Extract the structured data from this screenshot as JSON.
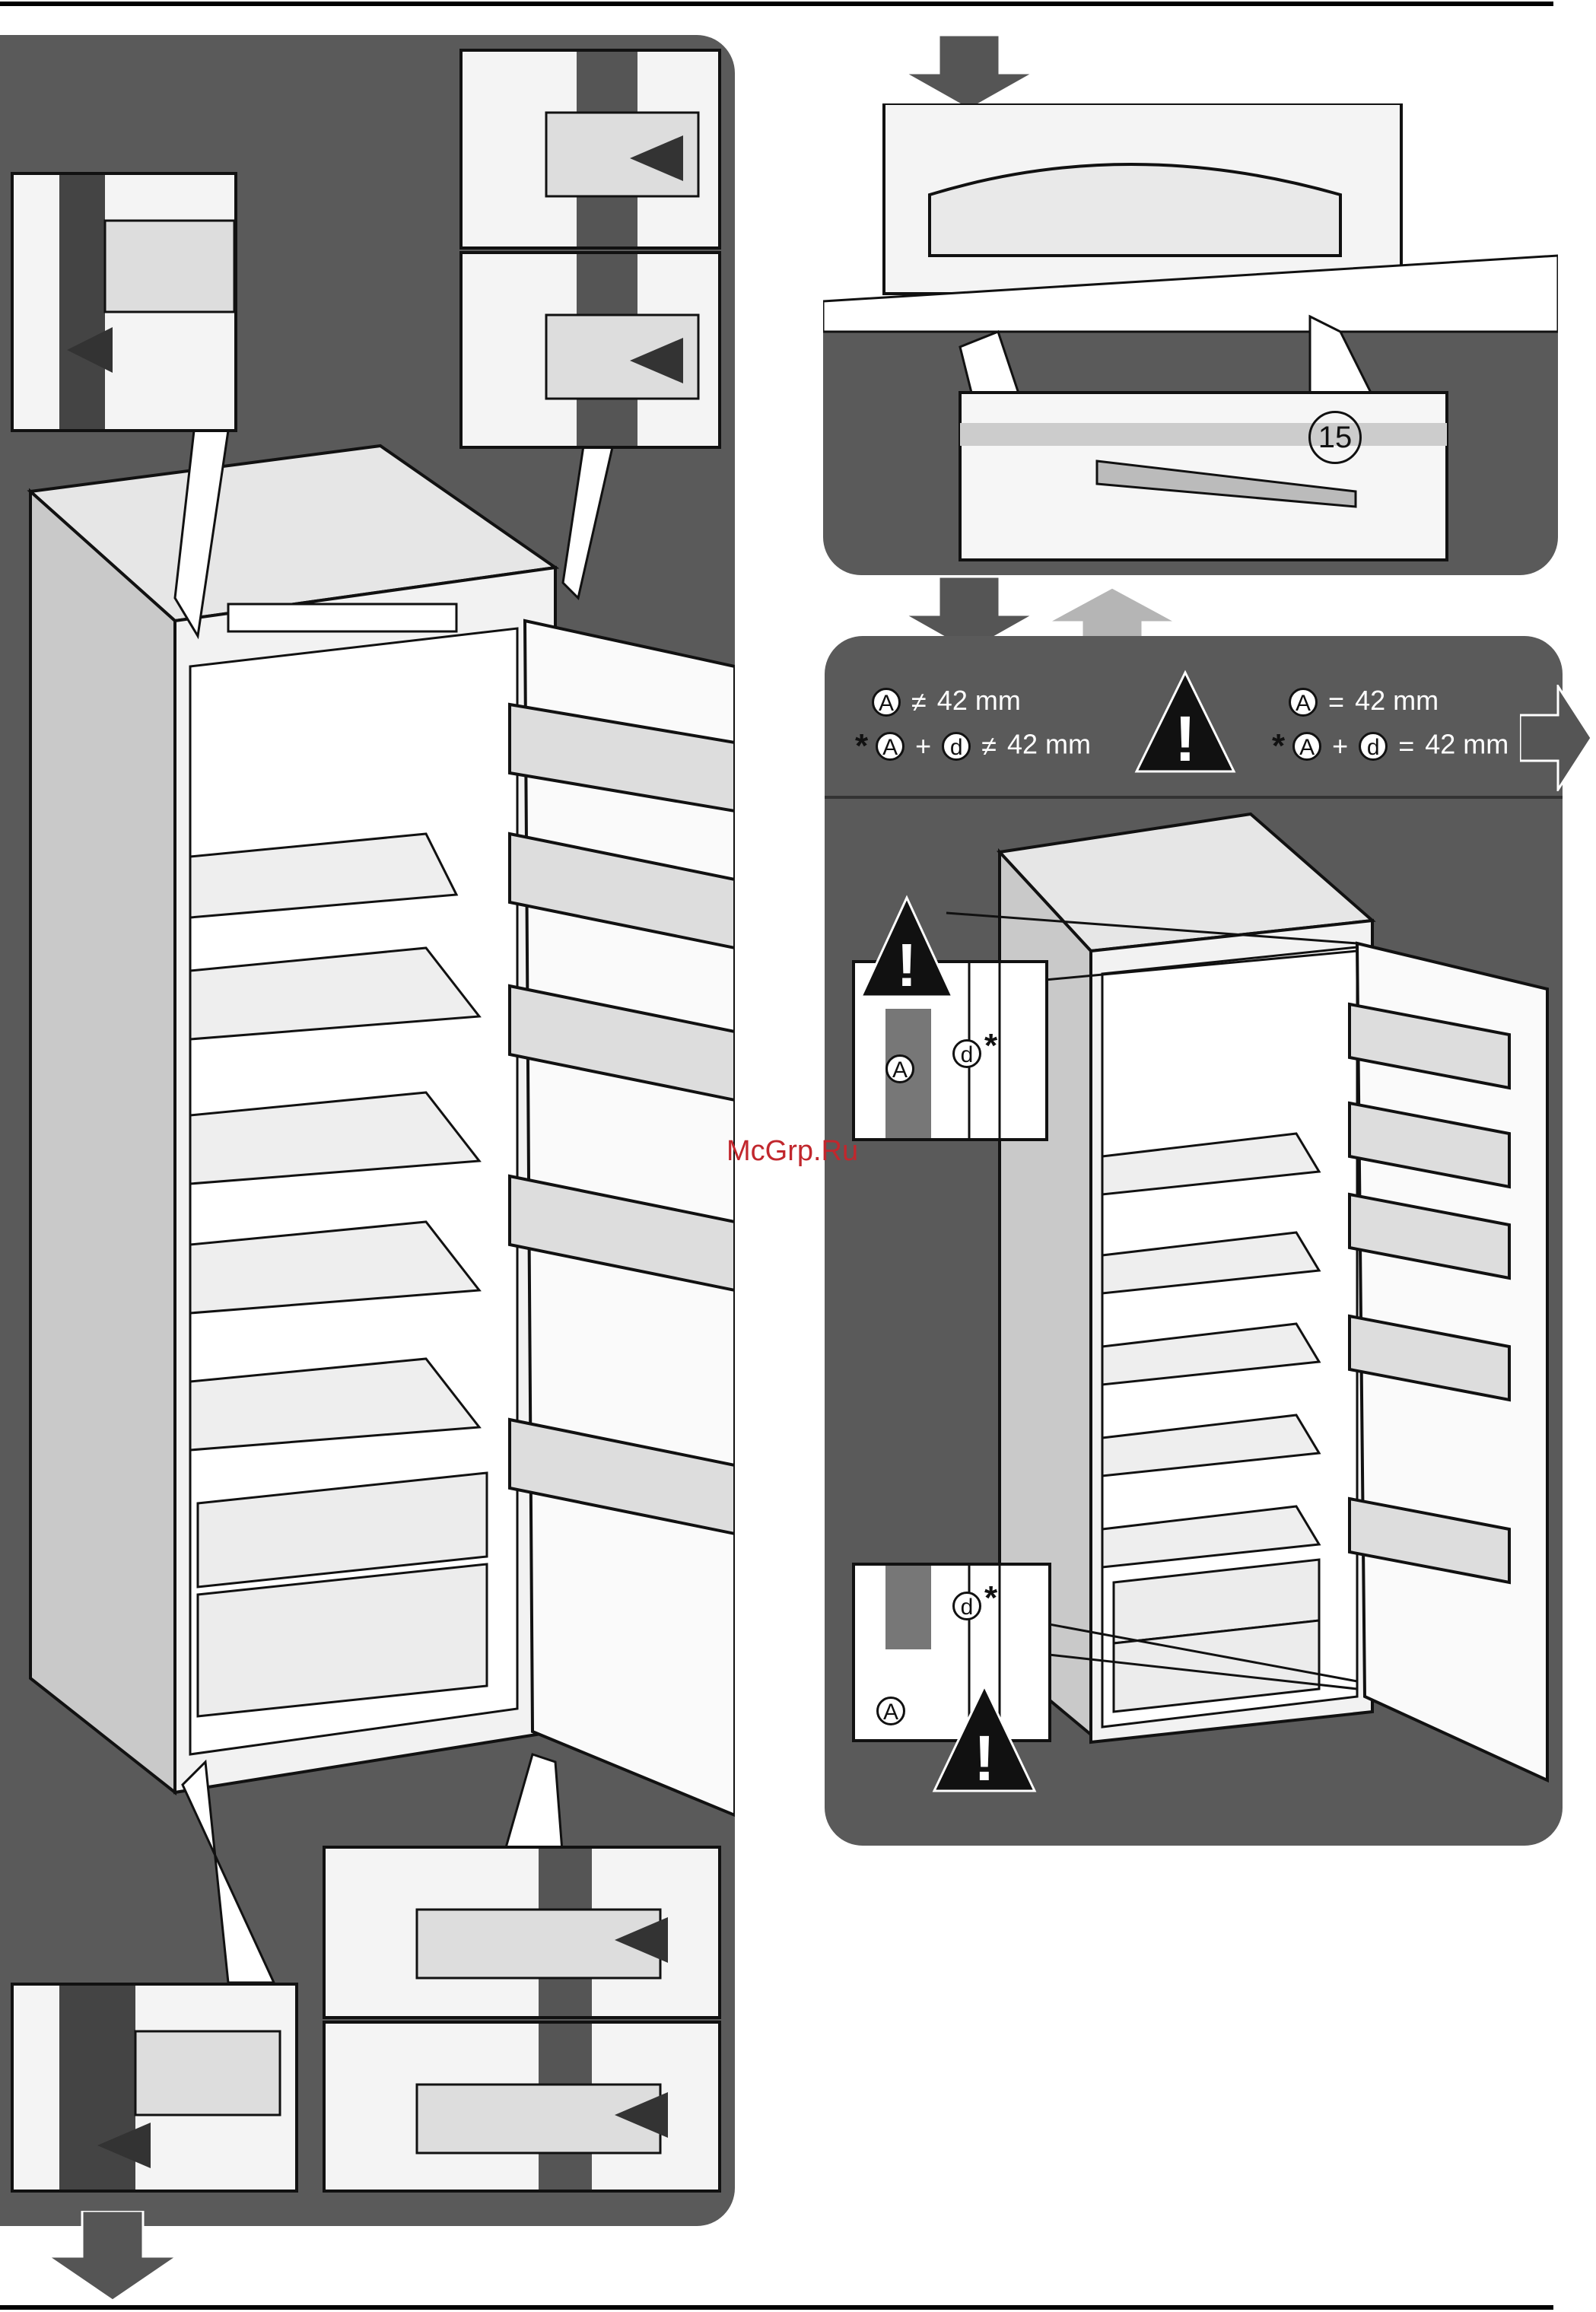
{
  "watermark": "McGrp.Ru",
  "step_number": "15",
  "condition_left": {
    "line1": {
      "symbol": "A",
      "op": "≠",
      "value": "42 mm"
    },
    "line2": {
      "prefix": "*",
      "symbol1": "A",
      "plus": "+",
      "symbol2": "d",
      "op": "≠",
      "value": "42 mm"
    }
  },
  "condition_right": {
    "line1": {
      "symbol": "A",
      "op": "=",
      "value": "42 mm"
    },
    "line2": {
      "prefix": "*",
      "symbol1": "A",
      "plus": "+",
      "symbol2": "d",
      "op": "=",
      "value": "42 mm"
    }
  },
  "warning_mark": "!",
  "detail_top": {
    "label_a": "A",
    "label_d": "d",
    "star": "*"
  },
  "detail_bottom": {
    "label_a": "A",
    "label_d": "d",
    "star": "*"
  },
  "colors": {
    "panel": "#5a5a5a",
    "arrow_dark": "#555555",
    "arrow_light": "#b5b5b5",
    "watermark": "#c1272d"
  }
}
